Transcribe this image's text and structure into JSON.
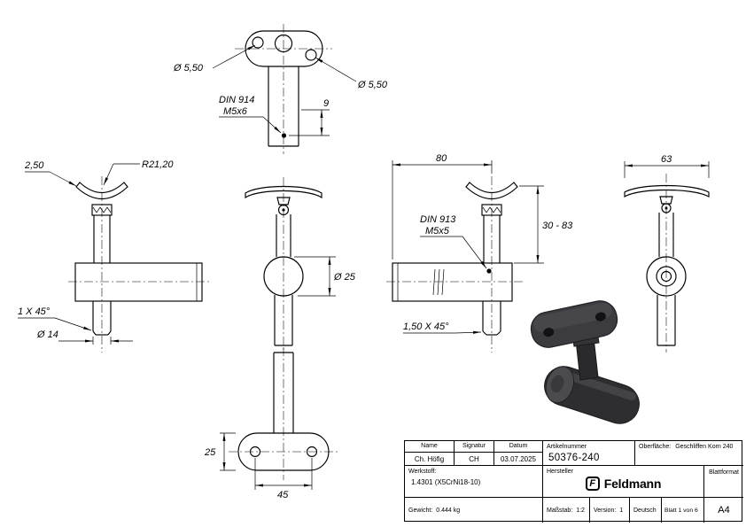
{
  "colors": {
    "line": "#000000",
    "background": "#ffffff",
    "render_dark": "#2e2e31"
  },
  "drawing": {
    "top_view": {
      "hole_left": "Ø 5,50",
      "hole_right": "Ø 5,50",
      "din1": "DIN 914",
      "din2": "M5x6",
      "depth": "9"
    },
    "side_left_view": {
      "thickness": "2,50",
      "radius": "R21,20",
      "chamfer": "1 X 45°",
      "post_dia": "Ø 14"
    },
    "front_left_view": {
      "tube_dia": "Ø 25"
    },
    "side_right_view": {
      "length": "80",
      "height_range": "30 - 83",
      "din1": "DIN 913",
      "din2": "M5x5",
      "chamfer": "1,50 X 45°"
    },
    "front_right_view": {
      "width": "63"
    },
    "bottom_view": {
      "plate_width": "25",
      "hole_spacing": "45"
    }
  },
  "title_block": {
    "name_label": "Name",
    "name_value": "Ch. Höfig",
    "signature_label": "Signatur",
    "signature_value": "CH",
    "date_label": "Datum",
    "date_value": "03.07.2025",
    "article_label": "Artikelnummer",
    "article_number": "50376-240",
    "surface_label": "Oberfläche:",
    "surface_value": "Geschliffen Korn 240",
    "material_label": "Werkstoff:",
    "material_value": "1.4301 (X5CrNi18-10)",
    "manufacturer_label": "Hersteller",
    "brand_initial": "F",
    "brand_name": "Feldmann",
    "sheet_format_label": "Blattformat",
    "sheet_format_value": "A4",
    "weight_label": "Gewicht:",
    "weight_value": "0.444 kg",
    "scale_label": "Maßstab:",
    "scale_value": "1:2",
    "version_label": "Version:",
    "version_value": "1",
    "language": "Deutsch",
    "sheet_info": "Blatt 1 von 6"
  }
}
